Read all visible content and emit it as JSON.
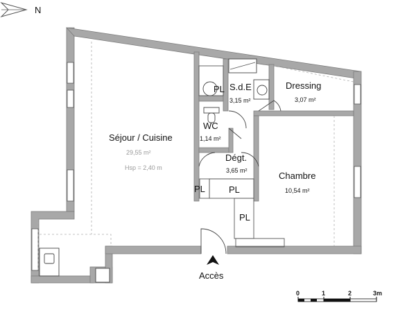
{
  "north": {
    "letter": "N"
  },
  "rooms": {
    "sejour": {
      "name": "Séjour / Cuisine",
      "area": "29,55 m²",
      "hsp": "Hsp = 2,40 m"
    },
    "sde": {
      "name": "S.d.E",
      "area": "3,15 m²"
    },
    "dressing": {
      "name": "Dressing",
      "area": "3,07 m²"
    },
    "wc": {
      "name": "WC",
      "area": "1,14 m²"
    },
    "degt": {
      "name": "Dégt.",
      "area": "3,65 m²"
    },
    "chambre": {
      "name": "Chambre",
      "area": "10,54 m²"
    }
  },
  "pl_labels": [
    "PL",
    "PL",
    "PL",
    "PL"
  ],
  "entrance": {
    "label": "Accès"
  },
  "scale": {
    "ticks": [
      "0",
      "1",
      "2",
      "3m"
    ]
  },
  "colors": {
    "wall": "#a8a8a8",
    "line": "#333333"
  }
}
